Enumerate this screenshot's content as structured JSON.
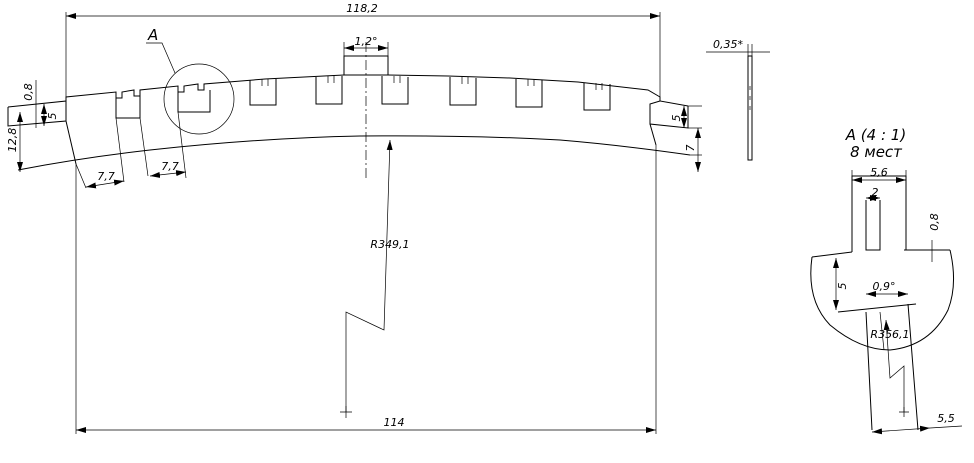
{
  "dimensions": {
    "top_width": "118,2",
    "slot_angle": "1,2°",
    "thickness": "0,35*",
    "left_small": "0,8",
    "left_slot_depth": "5",
    "left_height": "12,8",
    "pitch_1": "7,7",
    "pitch_2": "7,7",
    "right_slot_depth": "5",
    "right_height": "7",
    "radius_main": "R349,1",
    "bottom_width": "114"
  },
  "callout": {
    "label": "A"
  },
  "detail": {
    "title": "A (4 : 1)",
    "subtitle": "8 мест",
    "width_outer": "5,6",
    "width_inner": "2",
    "depth_small": "0,8",
    "slot_depth": "5",
    "angle": "0,9°",
    "radius": "R356,1",
    "bottom_width": "5,5"
  }
}
